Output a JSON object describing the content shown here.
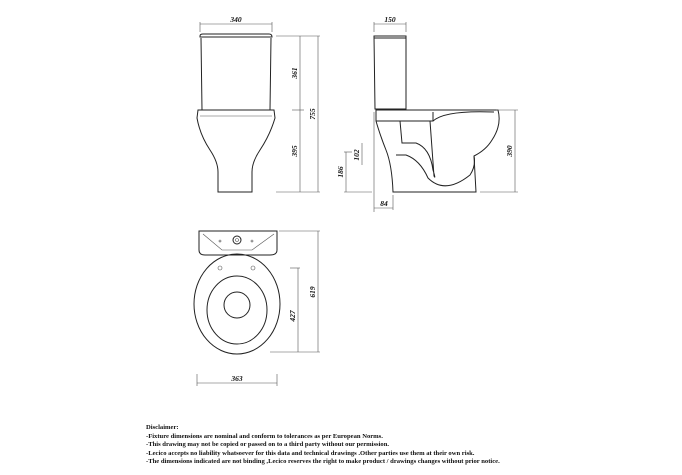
{
  "drawing": {
    "front_view": {
      "width_label": "340",
      "tank_height_label": "361",
      "bowl_height_label": "395",
      "total_height_label": "755"
    },
    "side_view": {
      "depth_label": "150",
      "rim_height_label": "390",
      "outlet_height_label": "186",
      "outlet_diameter_label": "102",
      "outlet_offset_label": "84"
    },
    "top_view": {
      "width_label": "363",
      "length_label": "619",
      "bowl_length_label": "427"
    }
  },
  "disclaimer": {
    "title": "Disclaimer:",
    "lines": [
      "-Fixture dimensions are nominal and conform to tolerances as per European Norms.",
      "-This drawing may not be copied or passed on to a third party without our permission.",
      "-Lecico accepts no liability whatsoever for this data and technical drawings .Other parties use them at their own risk.",
      "-The dimensions indicated are not binding ,Lecico reserves the right to make product / drawings changes without prior notice."
    ]
  }
}
